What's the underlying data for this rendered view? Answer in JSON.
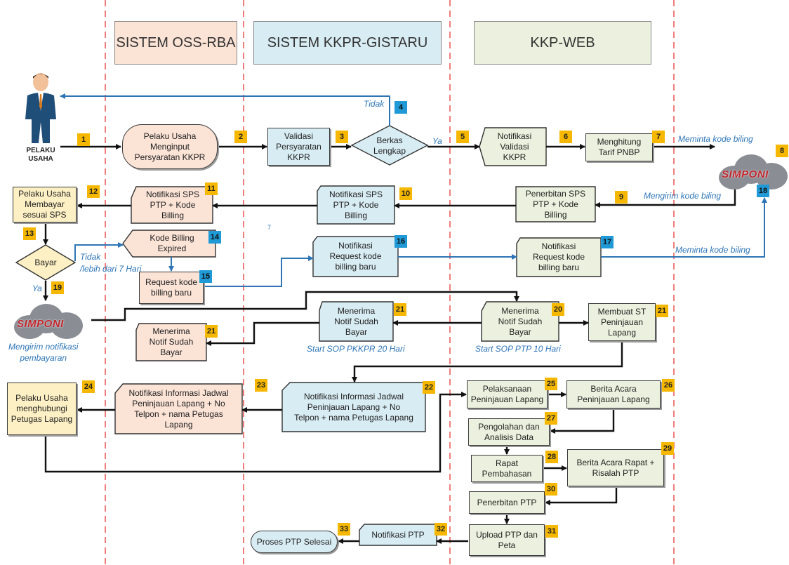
{
  "lanes": {
    "oss": "SISTEM OSS-RBA",
    "kkpr": "SISTEM KKPR-GISTARU",
    "kkp": "KKP-WEB"
  },
  "colors": {
    "peach": "#fbe3d6",
    "blue": "#d8ecf3",
    "green": "#ebf1de",
    "yellow": "#fdf0c4",
    "badge_yellow": "#f5b700",
    "badge_blue": "#1f9ad6",
    "divider": "#e53935",
    "flow_blue": "#2e75b6"
  },
  "actor": {
    "name": "PELAKU\nUSAHA",
    "icon": "businessman-icon"
  },
  "simponi": {
    "text": "SIMPONI",
    "icon": "cloud-icon"
  },
  "nodes": {
    "n1": "Pelaku Usaha\nMenginput\nPersyaratan KKPR",
    "n2": "Validasi\nPersyaratan\nKKPR",
    "n3": "Berkas\nLengkap",
    "n5": "Notifikasi\nValidasi\nKKPR",
    "n6": "Menghitung\nTarif PNBP",
    "n9": "Penerbitan SPS\nPTP + Kode\nBilling",
    "n10": "Notifikasi SPS\nPTP + Kode\nBilling",
    "n11": "Notifikasi SPS\nPTP + Kode\nBilling",
    "n12": "Pelaku Usaha\nMembayar\nsesuai SPS",
    "n13": "Bayar",
    "n14": "Kode Billing\nExpired",
    "n15": "Request kode\nbilling baru",
    "n16": "Notifikasi\nRequest kode\nbilling baru",
    "n17": "Notifikasi\nRequest kode\nbilling baru",
    "n20": "Menerima\nNotif Sudah\nBayar",
    "n21a": "Menerima\nNotif Sudah\nBayar",
    "n21b": "Menerima\nNotif Sudah\nBayar",
    "n21c": "Membuat ST\nPeninjauan\nLapang",
    "n22": "Notifikasi Informasi Jadwal\nPeninjauan Lapang + No\nTelpon + nama Petugas Lapang",
    "n23": "Notifikasi Informasi Jadwal\nPeninjauan Lapang + No\nTelpon + nama Petugas\nLapang",
    "n24": "Pelaku Usaha\nmenghubungi\nPetugas Lapang",
    "n25": "Pelaksanaan\nPeninjauan Lapang",
    "n26": "Berita Acara\nPeninjauan Lapang",
    "n27": "Pengolahan dan\nAnalisis Data",
    "n28": "Rapat\nPembahasan",
    "n29": "Berita Acara Rapat +\nRisalah PTP",
    "n30": "Penerbitan PTP",
    "n31": "Upload PTP dan\nPeta",
    "n32": "Notifikasi PTP",
    "n33": "Proses PTP Selesai"
  },
  "badges": {
    "b1": "1",
    "b2": "2",
    "b3": "3",
    "b4": "4",
    "b5": "5",
    "b6": "6",
    "b7": "7",
    "b8": "8",
    "b9": "9",
    "b10": "10",
    "b11": "11",
    "b12": "12",
    "b13": "13",
    "b14": "14",
    "b15": "15",
    "b16": "16",
    "b17": "17",
    "b18": "18",
    "b19": "19",
    "b20": "20",
    "b21a": "21",
    "b21b": "21",
    "b21c": "21",
    "b22": "22",
    "b23": "23",
    "b24": "24",
    "b25": "25",
    "b26": "26",
    "b27": "27",
    "b28": "28",
    "b29": "29",
    "b30": "30",
    "b31": "31",
    "b32": "32",
    "b33": "33"
  },
  "labels": {
    "tidak_top": "Tidak",
    "ya_mid": "Ya",
    "meminta_1": "Meminta kode biling",
    "mengirim": "Mengirim kode biling",
    "meminta_2": "Meminta kode biling",
    "tidak_bayar": "Tidak\n/lebih dari 7 Hari",
    "ya_bayar": "Ya",
    "stray_seven": "7",
    "mengirim_notif": "Mengirim notifikasi\npembayaran",
    "start_pkkpr": "Start  SOP PKKPR 20 Hari",
    "start_ptp": "Start SOP PTP 10 Hari"
  }
}
